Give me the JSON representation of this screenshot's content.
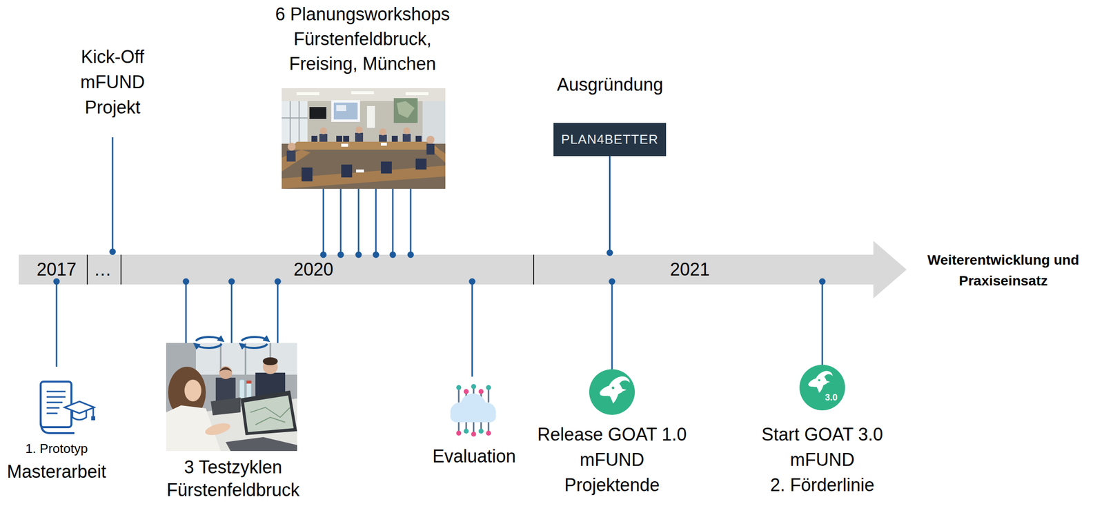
{
  "diagram": {
    "nodes": [
      {
        "text": [
          "2017",
          "…",
          "2020",
          "2021"
        ]
      },
      {
        "text": [
          "PLAN4BETTER"
        ]
      }
    ],
    "edges": [
      {
        "from": 1,
        "to": 0,
        "arrow": "none"
      }
    ],
    "labels": [
      "Kick-Off mFUND Projekt",
      "6 Planungsworkshops Fürstenfeldbruck, Freising, München",
      "Ausgründung",
      "1. Prototyp",
      "Masterarbeit",
      "3 Testzyklen Fürstenfeldbruck",
      "Evaluation",
      "Release GOAT 1.0 mFUND Projektende",
      "Start GOAT 3.0 mFUND 2. Förderlinie",
      "Weiterentwicklung und Praxiseinsatz",
      "3.0"
    ]
  }
}
